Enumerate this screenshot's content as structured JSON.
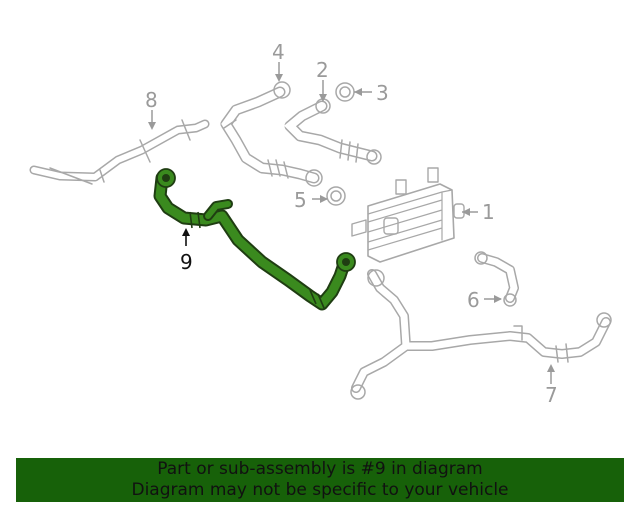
{
  "diagram": {
    "callouts": [
      {
        "id": "1",
        "text": "1"
      },
      {
        "id": "2",
        "text": "2"
      },
      {
        "id": "3",
        "text": "3"
      },
      {
        "id": "4",
        "text": "4"
      },
      {
        "id": "5",
        "text": "5"
      },
      {
        "id": "6",
        "text": "6"
      },
      {
        "id": "7",
        "text": "7"
      },
      {
        "id": "8",
        "text": "8"
      },
      {
        "id": "9",
        "text": "9"
      }
    ],
    "highlighted_part": "9",
    "colors": {
      "highlight_fill": "#3a8a1e",
      "highlight_outline": "#1f3d12",
      "part_line": "#a8a8a8",
      "label_gray": "#9a9a9a",
      "banner_bg": "#176109"
    }
  },
  "banner": {
    "line1": "Part or sub-assembly is #9 in diagram",
    "line2": "Diagram may not be specific to your vehicle"
  }
}
